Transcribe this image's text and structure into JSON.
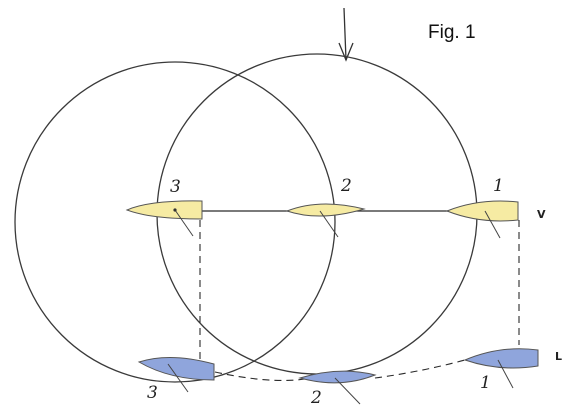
{
  "figure": {
    "title": "Fig. 1"
  },
  "top_row": {
    "side_label": "V",
    "boats": [
      {
        "label": "3",
        "color": "#f6eba3"
      },
      {
        "label": "2",
        "color": "#f6eba3"
      },
      {
        "label": "1",
        "color": "#f6eba3"
      }
    ]
  },
  "bottom_row": {
    "side_label": "L",
    "boats": [
      {
        "label": "3",
        "color": "#8fa5dc"
      },
      {
        "label": "2",
        "color": "#8fa5dc"
      },
      {
        "label": "1",
        "color": "#8fa5dc"
      }
    ]
  },
  "colors": {
    "circle": "#3a3a3a",
    "line": "#2a2a2a",
    "boat_outline": "#555555",
    "yellow_boat": "#f6eba3",
    "blue_boat": "#8fa5dc"
  }
}
